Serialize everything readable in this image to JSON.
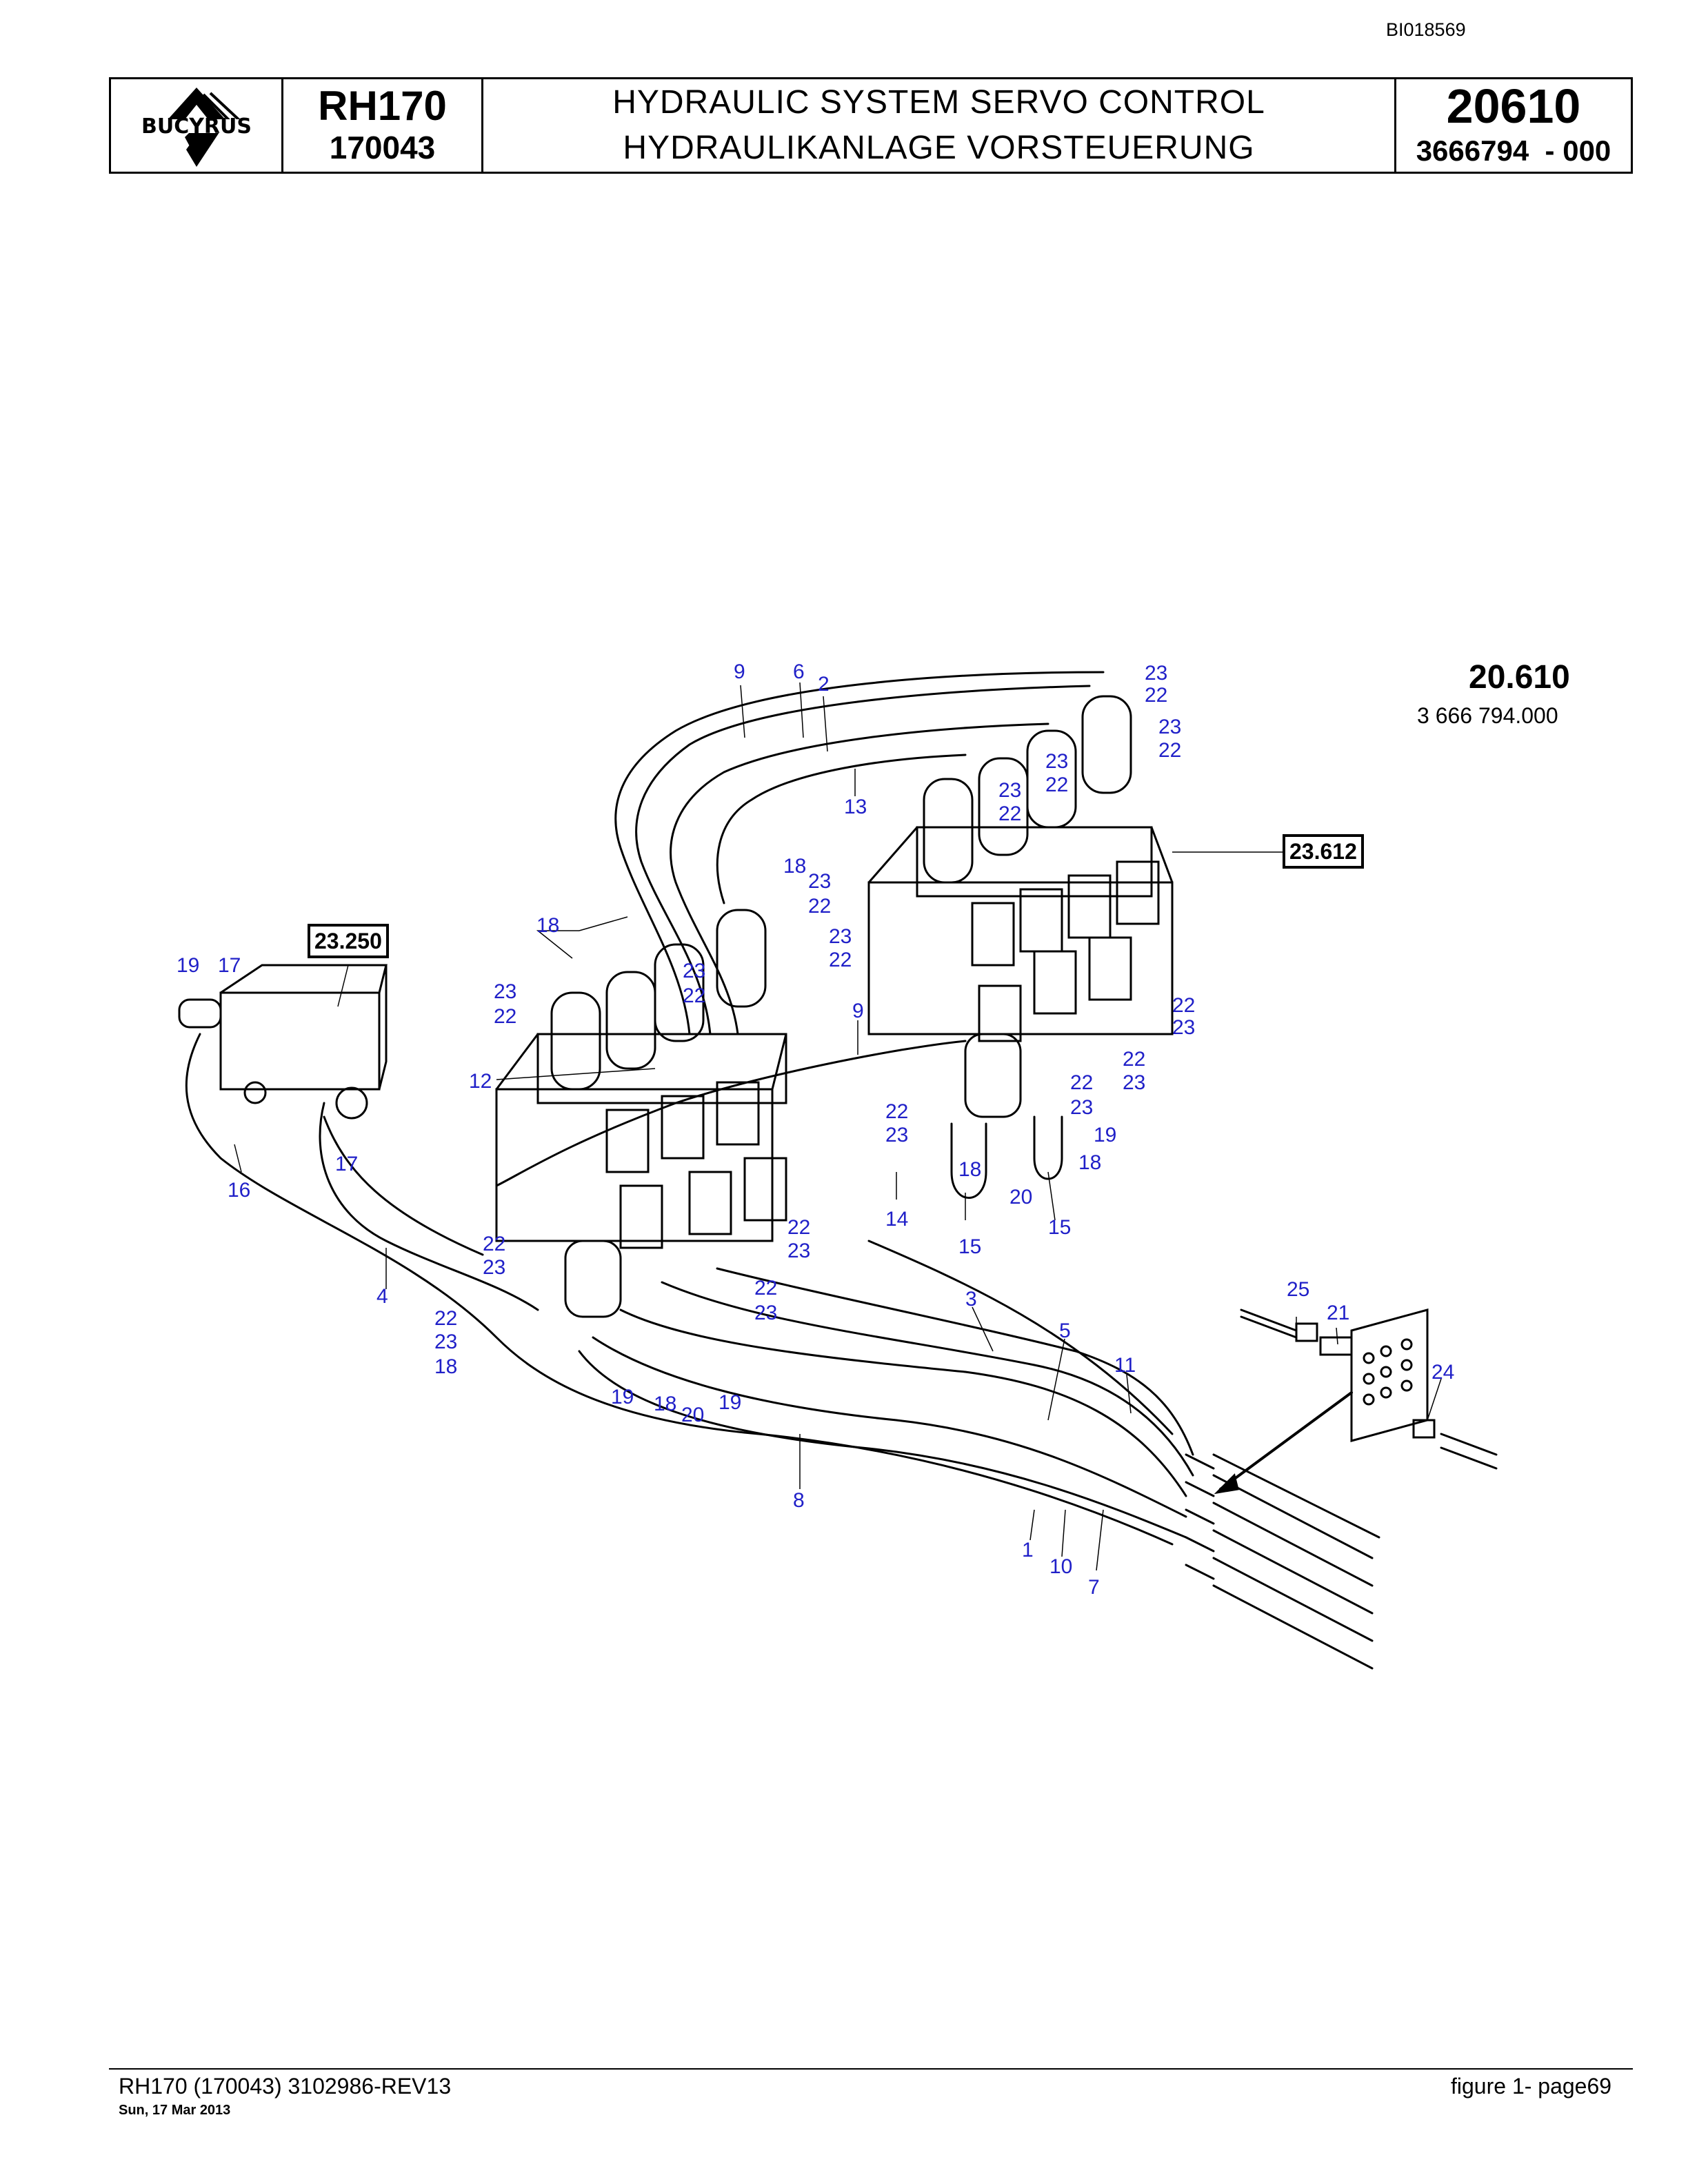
{
  "document_id": "BI018569",
  "header": {
    "brand": "BUCYRUS",
    "model": "RH170",
    "serial": "170043",
    "title_en": "HYDRAULIC SYSTEM SERVO CONTROL",
    "title_de": "HYDRAULIKANLAGE VORSTEUERUNG",
    "group_number": "20610",
    "part_number": "3666794  - 000"
  },
  "assembly_ref": {
    "group": "20.610",
    "part": "3 666 794.000"
  },
  "cross_refs": [
    "23.612",
    "23.250"
  ],
  "callouts": [
    {
      "label": "9"
    },
    {
      "label": "6"
    },
    {
      "label": "2"
    },
    {
      "label": "23"
    },
    {
      "label": "22"
    },
    {
      "label": "23"
    },
    {
      "label": "22"
    },
    {
      "label": "23"
    },
    {
      "label": "22"
    },
    {
      "label": "13"
    },
    {
      "label": "23"
    },
    {
      "label": "22"
    },
    {
      "label": "18"
    },
    {
      "label": "23"
    },
    {
      "label": "22"
    },
    {
      "label": "18"
    },
    {
      "label": "23"
    },
    {
      "label": "22"
    },
    {
      "label": "23"
    },
    {
      "label": "22"
    },
    {
      "label": "23"
    },
    {
      "label": "22"
    },
    {
      "label": "19"
    },
    {
      "label": "17"
    },
    {
      "label": "12"
    },
    {
      "label": "9"
    },
    {
      "label": "22"
    },
    {
      "label": "23"
    },
    {
      "label": "22"
    },
    {
      "label": "23"
    },
    {
      "label": "22"
    },
    {
      "label": "23"
    },
    {
      "label": "22"
    },
    {
      "label": "23"
    },
    {
      "label": "19"
    },
    {
      "label": "18"
    },
    {
      "label": "18"
    },
    {
      "label": "20"
    },
    {
      "label": "17"
    },
    {
      "label": "16"
    },
    {
      "label": "14"
    },
    {
      "label": "15"
    },
    {
      "label": "15"
    },
    {
      "label": "22"
    },
    {
      "label": "23"
    },
    {
      "label": "22"
    },
    {
      "label": "23"
    },
    {
      "label": "22"
    },
    {
      "label": "23"
    },
    {
      "label": "4"
    },
    {
      "label": "22"
    },
    {
      "label": "23"
    },
    {
      "label": "18"
    },
    {
      "label": "19"
    },
    {
      "label": "18"
    },
    {
      "label": "20"
    },
    {
      "label": "19"
    },
    {
      "label": "3"
    },
    {
      "label": "5"
    },
    {
      "label": "11"
    },
    {
      "label": "25"
    },
    {
      "label": "21"
    },
    {
      "label": "24"
    },
    {
      "label": "8"
    },
    {
      "label": "1"
    },
    {
      "label": "10"
    },
    {
      "label": "7"
    }
  ],
  "footer": {
    "left": "RH170 (170043) 3102986-REV13",
    "date": "Sun, 17 Mar 2013",
    "right": "figure  1- page69"
  }
}
